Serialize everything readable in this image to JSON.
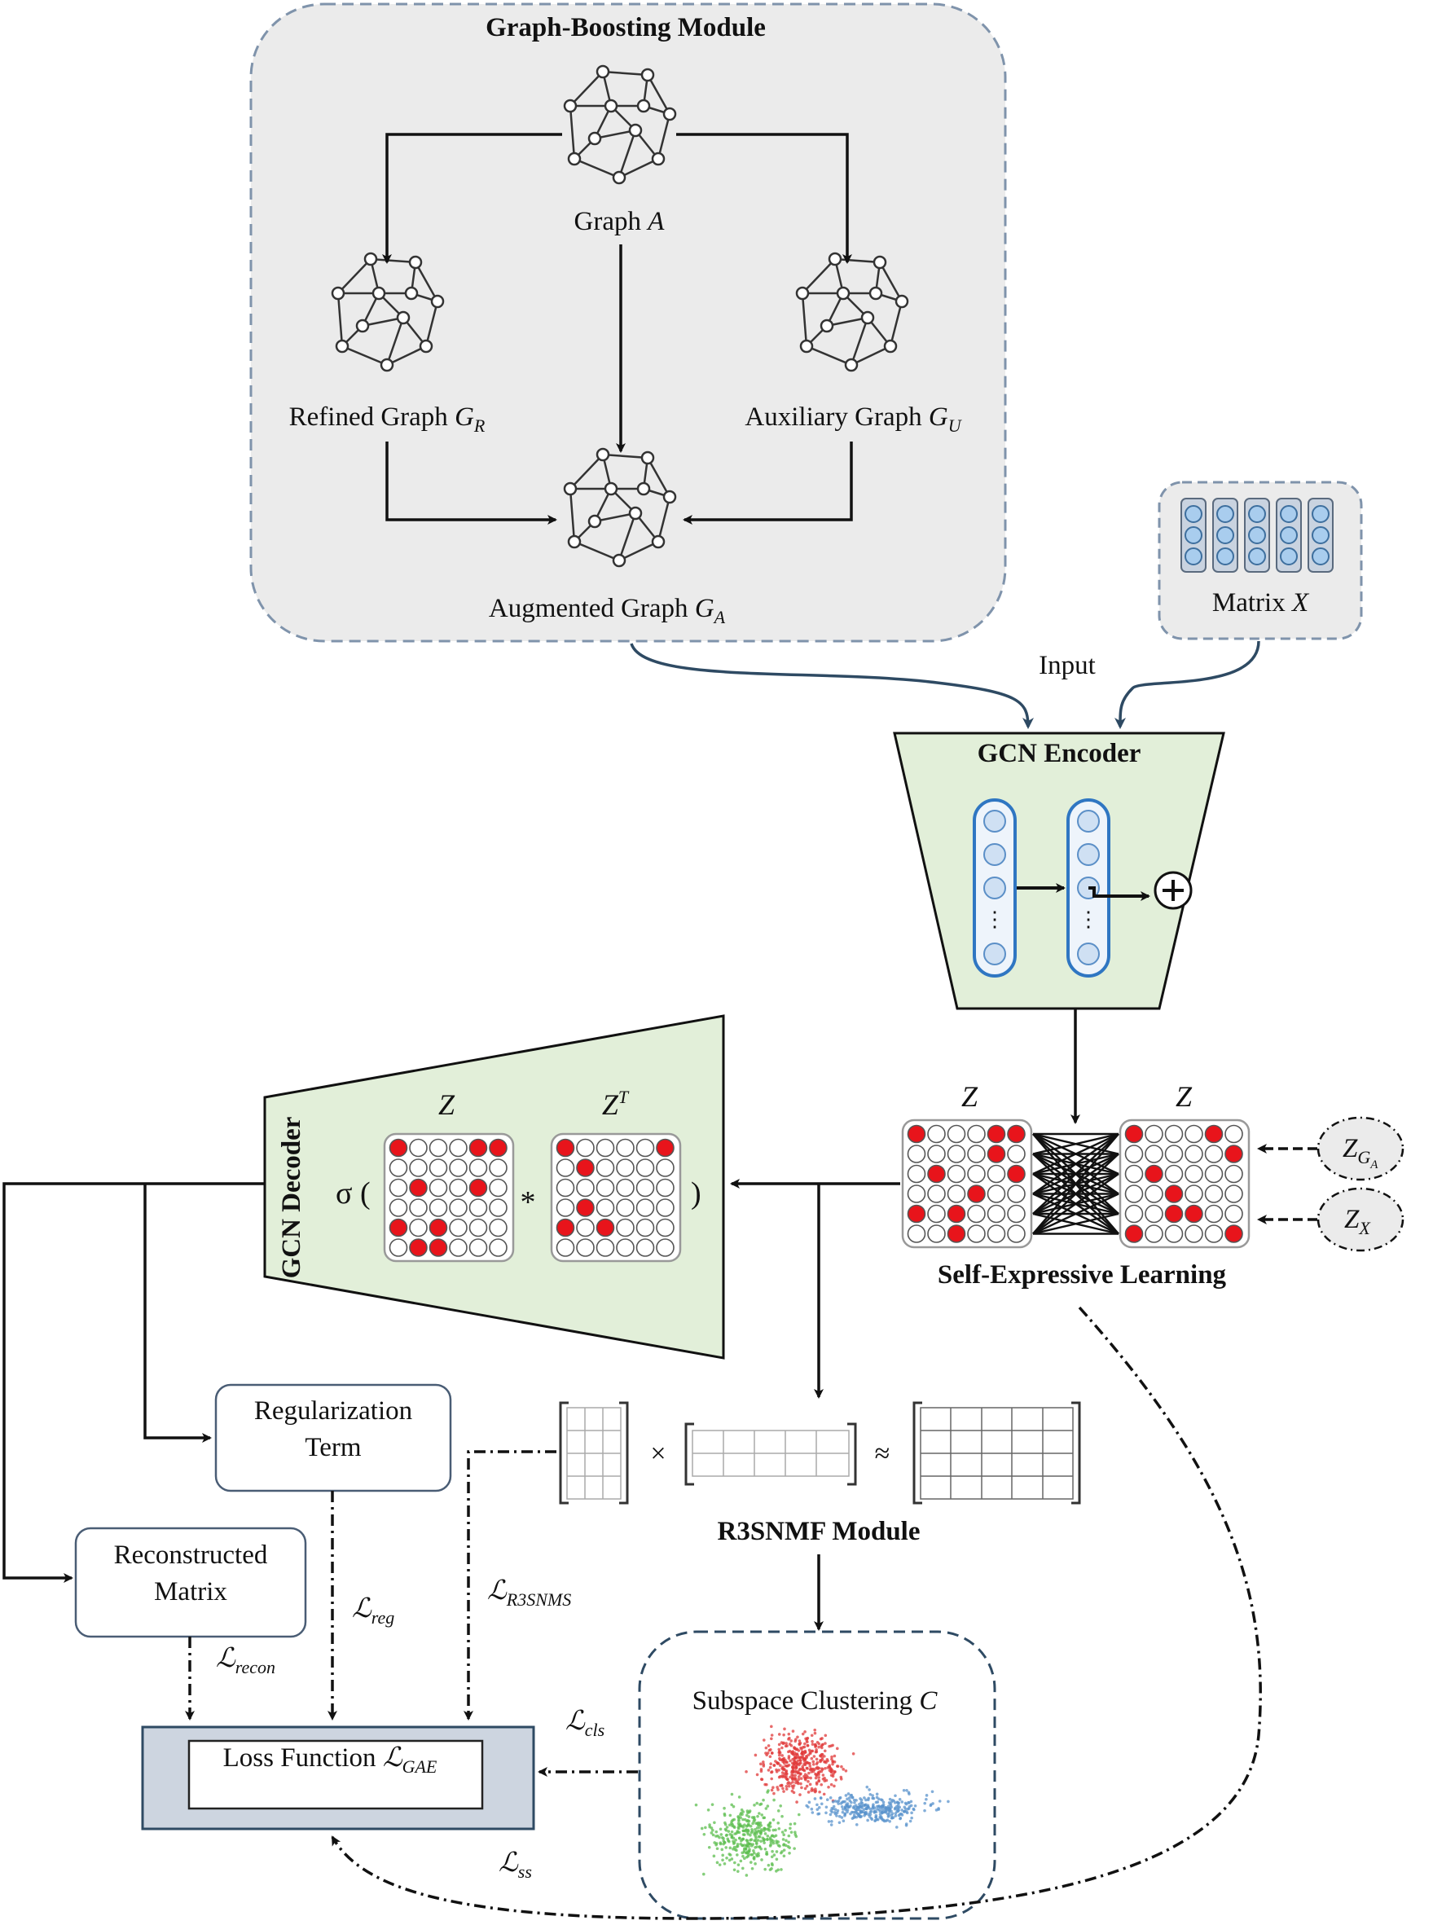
{
  "graph_boosting": {
    "title": "Graph-Boosting Module",
    "graph_a_label": "Graph ",
    "graph_a_sym": "A",
    "refined_label": "Refined Graph ",
    "refined_sym": "G",
    "refined_sub": "R",
    "auxiliary_label": "Auxiliary Graph ",
    "auxiliary_sym": "G",
    "auxiliary_sub": "U",
    "augmented_label": "Augmented Graph ",
    "augmented_sym": "G",
    "augmented_sub": "A"
  },
  "matrix_x": {
    "label": "Matrix ",
    "sym": "X"
  },
  "input_label": "Input",
  "gcn_encoder": {
    "title": "GCN Encoder",
    "dots": "⋮"
  },
  "gcn_decoder": {
    "title": "GCN Decoder",
    "sigma": "σ (",
    "close": ")",
    "times": "*",
    "z_label": "Z",
    "zt_label": "Z",
    "zt_sup": "T"
  },
  "self_expressive": {
    "title": "Self-Expressive Learning",
    "z_left": "Z",
    "z_right": "Z",
    "zga_sym": "Z",
    "zga_sub": "G",
    "zga_subsub": "A",
    "zx_sym": "Z",
    "zx_sub": "X"
  },
  "r3snmf": {
    "title": "R3SNMF Module",
    "times": "×",
    "approx": "≈"
  },
  "regularization": {
    "line1": "Regularization",
    "line2": "Term"
  },
  "reconstructed": {
    "line1": "Reconstructed",
    "line2": "Matrix"
  },
  "subspace": {
    "label": "Subspace Clustering ",
    "sym": "C"
  },
  "loss": {
    "label": "Loss Function ",
    "sym": "ℒ",
    "sub": "GAE"
  },
  "loss_terms": {
    "reg_sym": "ℒ",
    "reg_sub": "reg",
    "r3_sym": "ℒ",
    "r3_sub": "R3SNMS",
    "recon_sym": "ℒ",
    "recon_sub": "recon",
    "cls_sym": "ℒ",
    "cls_sub": "cls",
    "ss_sym": "ℒ",
    "ss_sub": "ss"
  },
  "colors": {
    "module_bg": "#ebebeb",
    "module_border": "#7f93ab",
    "encoder_fill": "#e2efd9",
    "loss_fill": "#cdd5e0",
    "red_node": "#e8141b",
    "cluster_red": "#e03a3a",
    "cluster_green": "#5cbd4f",
    "cluster_blue": "#5a93cc",
    "arrow_blue": "#2e4a63"
  },
  "matrices": {
    "z_left": [
      "100011",
      "000010",
      "010001",
      "000100",
      "101000",
      "001000"
    ],
    "z_right": [
      "100010",
      "000001",
      "010000",
      "001000",
      "001100",
      "100001"
    ],
    "dec_z": [
      "100011",
      "000000",
      "010010",
      "000000",
      "101000",
      "011000"
    ],
    "dec_zt": [
      "100001",
      "010000",
      "000000",
      "010000",
      "101000",
      "000000"
    ]
  }
}
